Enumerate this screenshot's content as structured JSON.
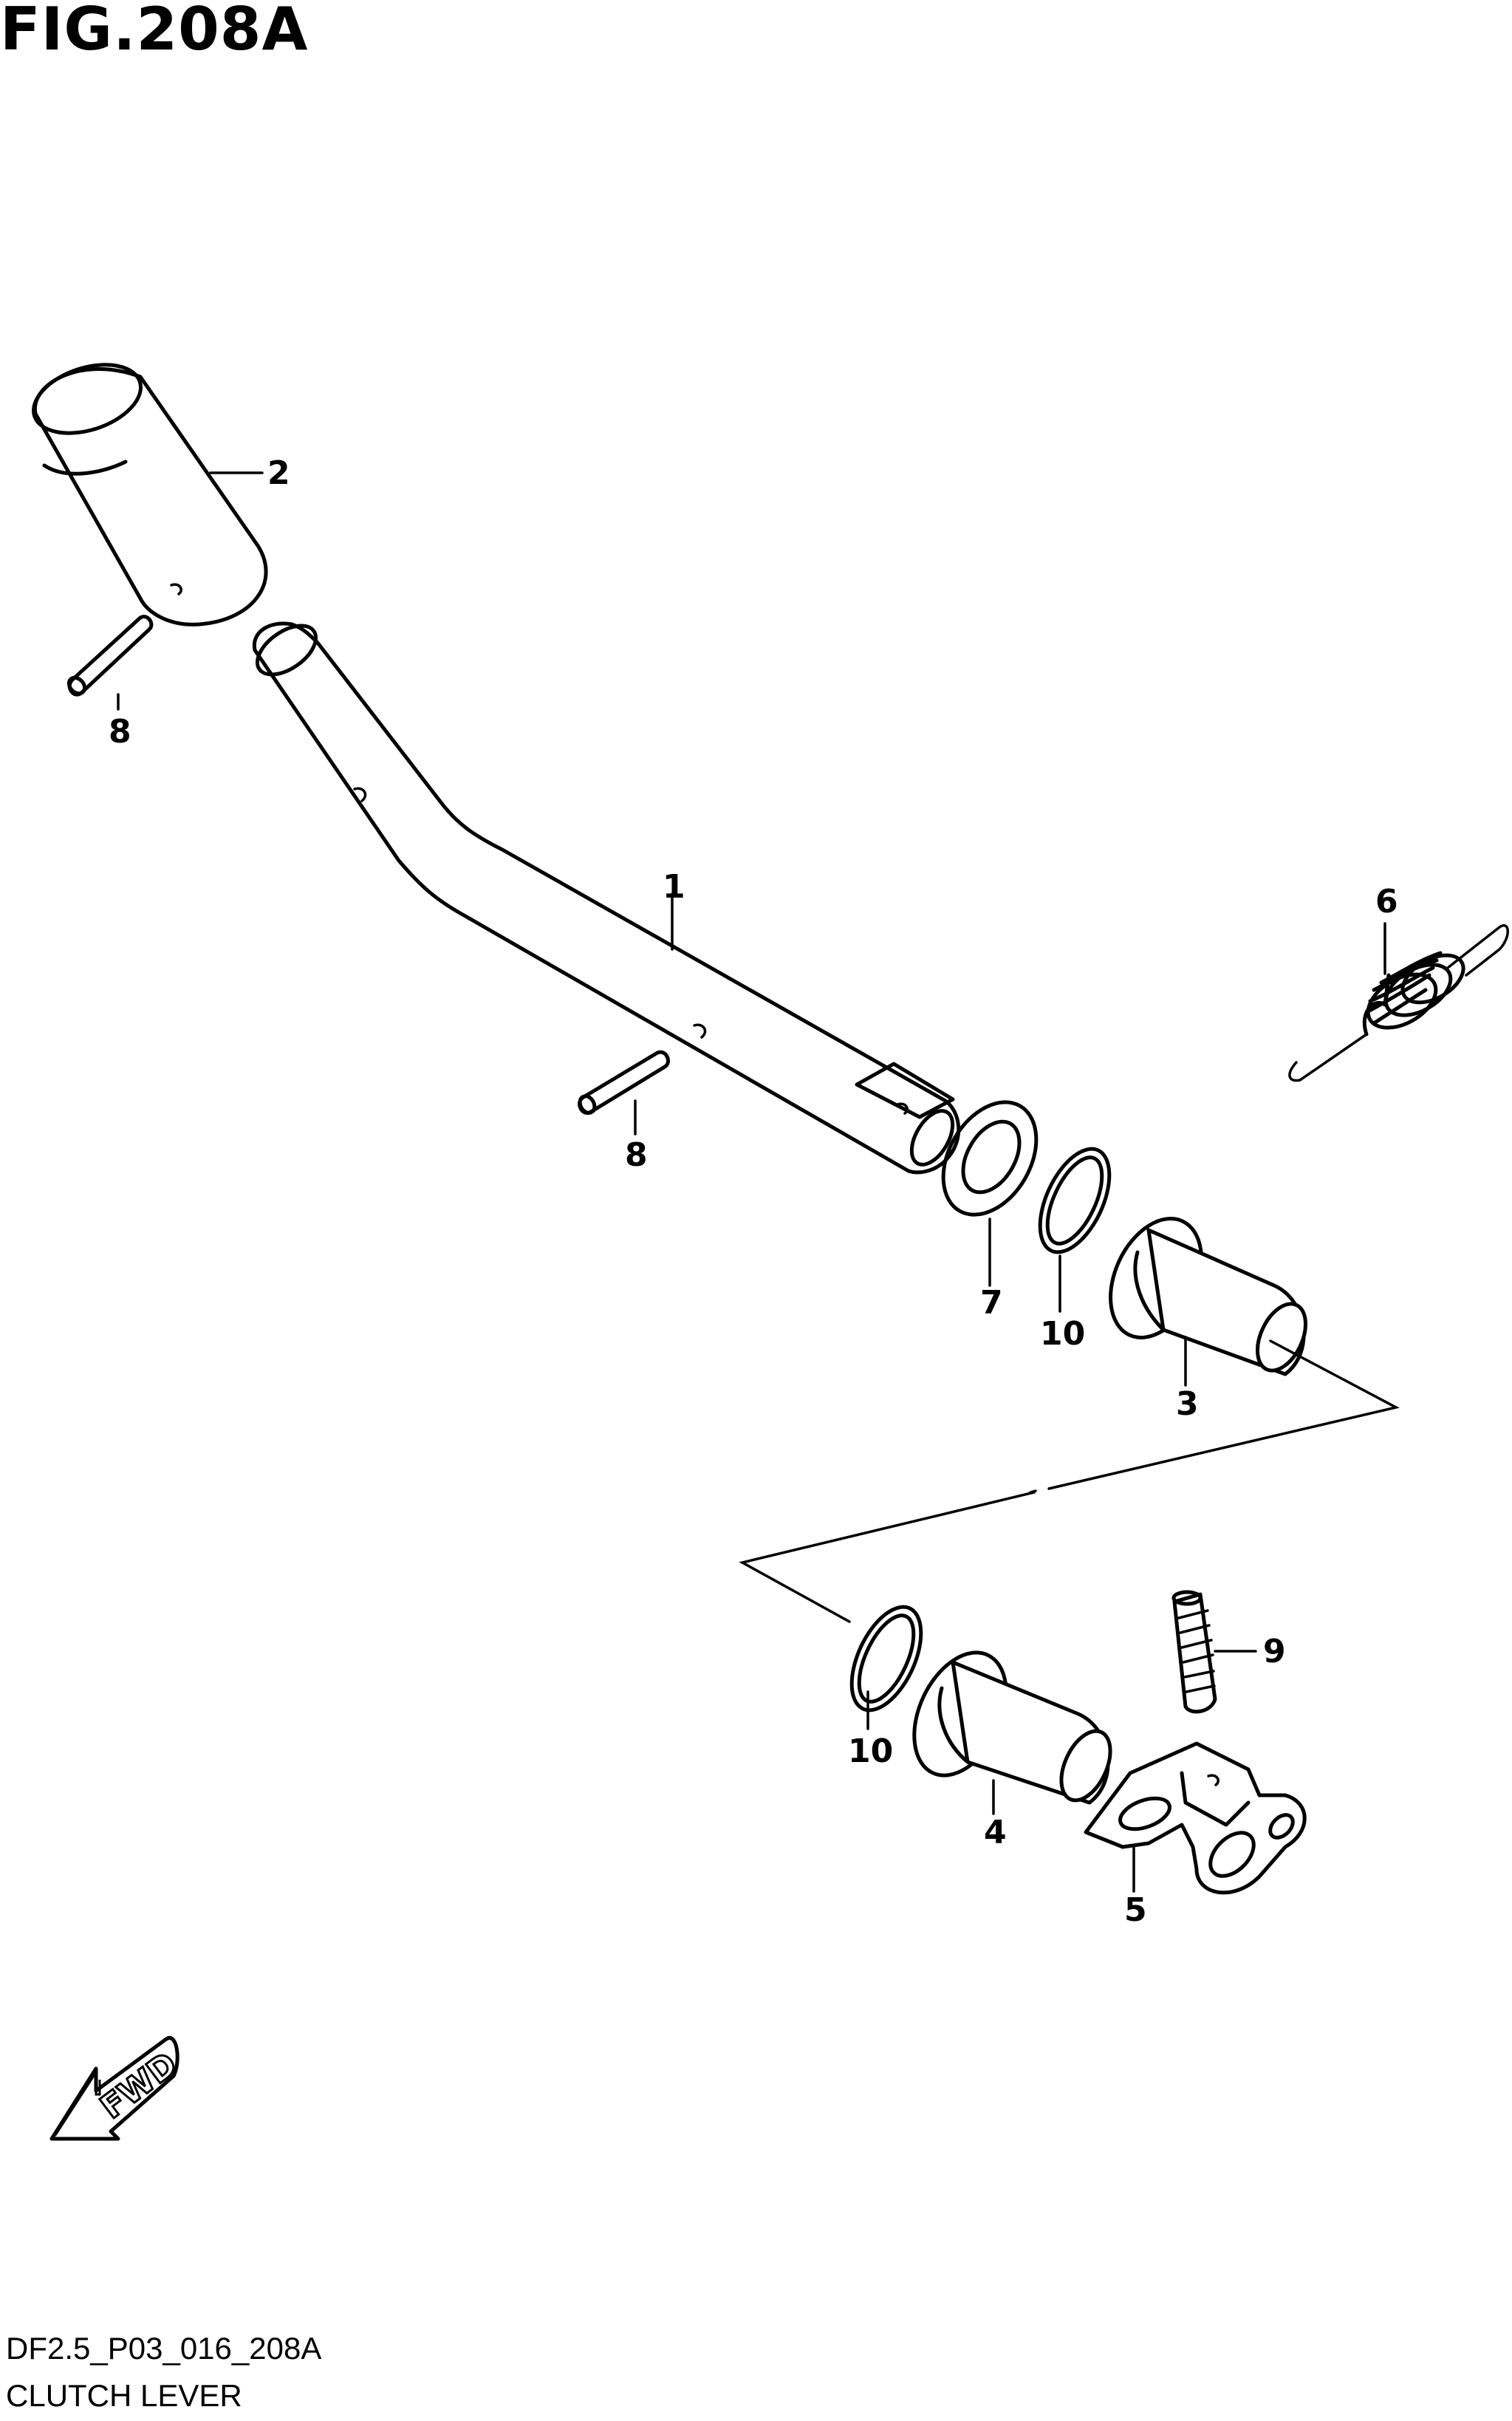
{
  "figure": {
    "title": "FIG.208A",
    "drawing_code": "DF2.5_P03_016_208A",
    "caption": "CLUTCH LEVER"
  },
  "callouts": {
    "c1": "1",
    "c2": "2",
    "c3": "3",
    "c4": "4",
    "c5": "5",
    "c6": "6",
    "c7": "7",
    "c8a": "8",
    "c8b": "8",
    "c9": "9",
    "c10a": "10",
    "c10b": "10"
  },
  "direction_arrow": {
    "label": "FWD",
    "icon": "fwd-arrow-icon"
  }
}
